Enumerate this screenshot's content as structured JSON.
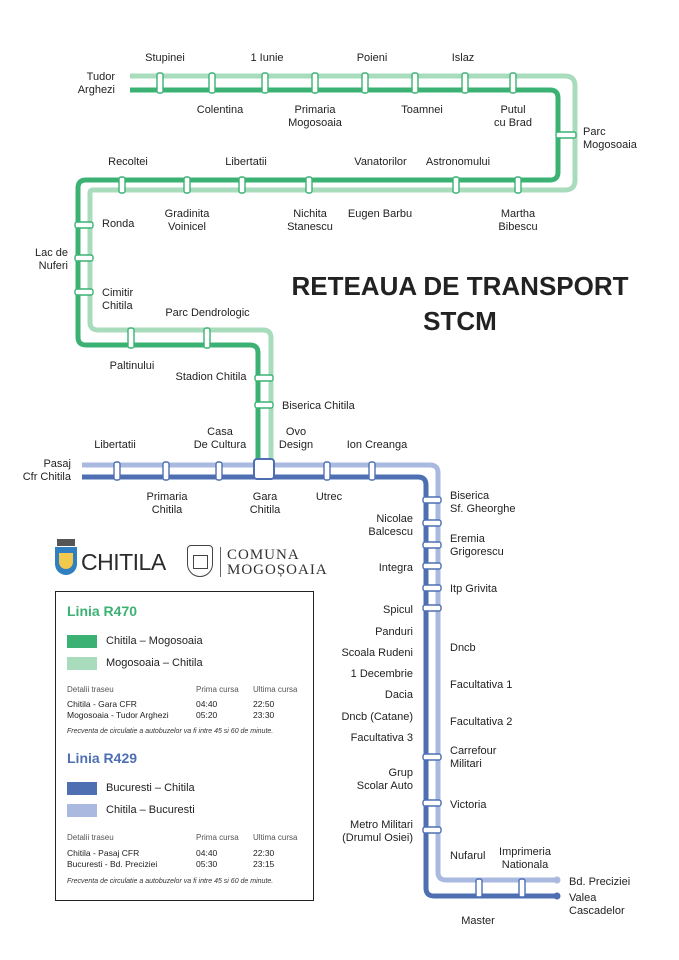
{
  "title": {
    "line1": "RETEAUA DE TRANSPORT",
    "line2": "STCM"
  },
  "colors": {
    "r470_dark": "#3bb273",
    "r470_light": "#a8dcbd",
    "r429_dark": "#4f6fb3",
    "r429_light": "#a9b9df"
  },
  "stations": {
    "tudor_arghezi": "Tudor\nArghezi",
    "stupinei": "Stupinei",
    "iunie": "1 Iunie",
    "poieni": "Poieni",
    "islaz": "Islaz",
    "colentina": "Colentina",
    "primaria_mogosoaia": "Primaria\nMogosoaia",
    "toamnei": "Toamnei",
    "putul_cu_brad": "Putul\ncu Brad",
    "parc_mogosoaia": "Parc\nMogosoaia",
    "recoltei": "Recoltei",
    "libertatii_upper": "Libertatii",
    "vanatorilor": "Vanatorilor",
    "astronomului": "Astronomului",
    "gradinita_voinicel": "Gradinita\nVoinicel",
    "nichita_stanescu": "Nichita\nStanescu",
    "eugen_barbu": "Eugen Barbu",
    "martha_bibescu": "Martha\nBibescu",
    "ronda": "Ronda",
    "lac_de_nuferi": "Lac de\nNuferi",
    "cimitir_chitila": "Cimitir\nChitila",
    "parc_dendrologic": "Parc Dendrologic",
    "paltinului": "Paltinului",
    "stadion_chitila": "Stadion Chitila",
    "biserica_chitila": "Biserica Chitila",
    "pasaj_cfr_chitila": "Pasaj\nCfr Chitila",
    "libertatii_lower": "Libertatii",
    "casa_de_cultura": "Casa\nDe Cultura",
    "ovo_design": "Ovo\nDesign",
    "ion_creanga": "Ion Creanga",
    "primaria_chitila": "Primaria\nChitila",
    "gara_chitila": "Gara\nChitila",
    "utrec": "Utrec",
    "biserica_sf_gheorghe": "Biserica\nSf. Gheorghe",
    "nicolae_balcescu": "Nicolae\nBalcescu",
    "eremia_grigorescu": "Eremia\nGrigorescu",
    "integra": "Integra",
    "itp_grivita": "Itp Grivita",
    "spicul": "Spicul",
    "panduri": "Panduri",
    "scoala_rudeni": "Scoala Rudeni",
    "dncb": "Dncb",
    "decembrie": "1 Decembrie",
    "dacia": "Dacia",
    "facultativa_1": "Facultativa 1",
    "dncb_catane": "Dncb (Catane)",
    "facultativa_2": "Facultativa 2",
    "facultativa_3": "Facultativa 3",
    "carrefour_militari": "Carrefour\nMilitari",
    "grup_scolar_auto": "Grup\nScolar Auto",
    "victoria": "Victoria",
    "metro_militari": "Metro Militari\n(Drumul Osiei)",
    "nufarul": "Nufarul",
    "imprimeria_nationala": "Imprimeria\nNationala",
    "bd_preciziei": "Bd. Preciziei",
    "valea_cascadelor": "Valea\nCascadelor",
    "master": "Master"
  },
  "logos": {
    "chitila": "CHITILA",
    "mogosoaia_line1": "COMUNA",
    "mogosoaia_line2": "MOGOȘOAIA"
  },
  "legend": {
    "r470": {
      "title": "Linia R470",
      "dir1": "Chitila – Mogosoaia",
      "dir2": "Mogosoaia – Chitila",
      "headers": [
        "Detalii traseu",
        "Prima cursa",
        "Ultima cursa"
      ],
      "rows": [
        [
          "Chitila - Gara CFR",
          "04:40",
          "22:50"
        ],
        [
          "Mogosoaia - Tudor Arghezi",
          "05:20",
          "23:30"
        ]
      ],
      "note": "Frecventa de circulatie a autobuzelor va fi intre 45 si 60 de minute."
    },
    "r429": {
      "title": "Linia R429",
      "dir1": "Bucuresti – Chitila",
      "dir2": "Chitila – Bucuresti",
      "headers": [
        "Detalii traseu",
        "Prima cursa",
        "Ultima cursa"
      ],
      "rows": [
        [
          "Chitila - Pasaj CFR",
          "04:40",
          "22:30"
        ],
        [
          "Bucuresti - Bd. Preciziei",
          "05:30",
          "23:15"
        ]
      ],
      "note": "Frecventa de circulatie a autobuzelor va fi intre 45 si 60 de minute."
    }
  }
}
